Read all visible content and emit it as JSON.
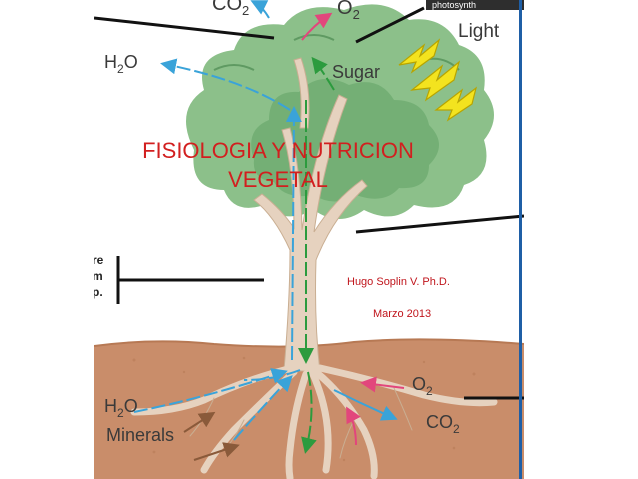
{
  "slide": {
    "title_line1": "FISIOLOGIA Y NUTRICION",
    "title_line2": "VEGETAL",
    "author": "Hugo Soplin V. Ph.D.",
    "date": "Marzo 2013"
  },
  "diagram": {
    "labels": {
      "co2_top": "CO",
      "co2_top_sub": "2",
      "o2_top": "O",
      "o2_top_sub": "2",
      "photosynthesis_cropped": "photosynth",
      "light": "Light",
      "sugar": "Sugar",
      "h2o_left": "H",
      "h2o_left_sub": "2",
      "h2o_left_end": "O",
      "h2o_bottom": "H",
      "h2o_bottom_sub": "2",
      "h2o_bottom_end": "O",
      "minerals": "Minerals",
      "o2_bottom": "O",
      "o2_bottom_sub": "2",
      "co2_bottom": "CO",
      "co2_bottom_sub": "2",
      "cropped_left_1": "re",
      "cropped_left_2": "m",
      "cropped_left_3": "p."
    },
    "colors": {
      "canopy": "#8cc08a",
      "canopy_dark": "#6aa86c",
      "trunk": "#e6d2bf",
      "soil": "#c98d6a",
      "sky": "#ffffff",
      "arrow_blue": "#3aa3d9",
      "arrow_green": "#2c9b3e",
      "arrow_pink": "#e2467c",
      "arrow_brown": "#8a5a3a",
      "light_bolt": "#f3e31f",
      "title_red": "#d21f1f",
      "right_border": "#1f5fa6"
    }
  }
}
